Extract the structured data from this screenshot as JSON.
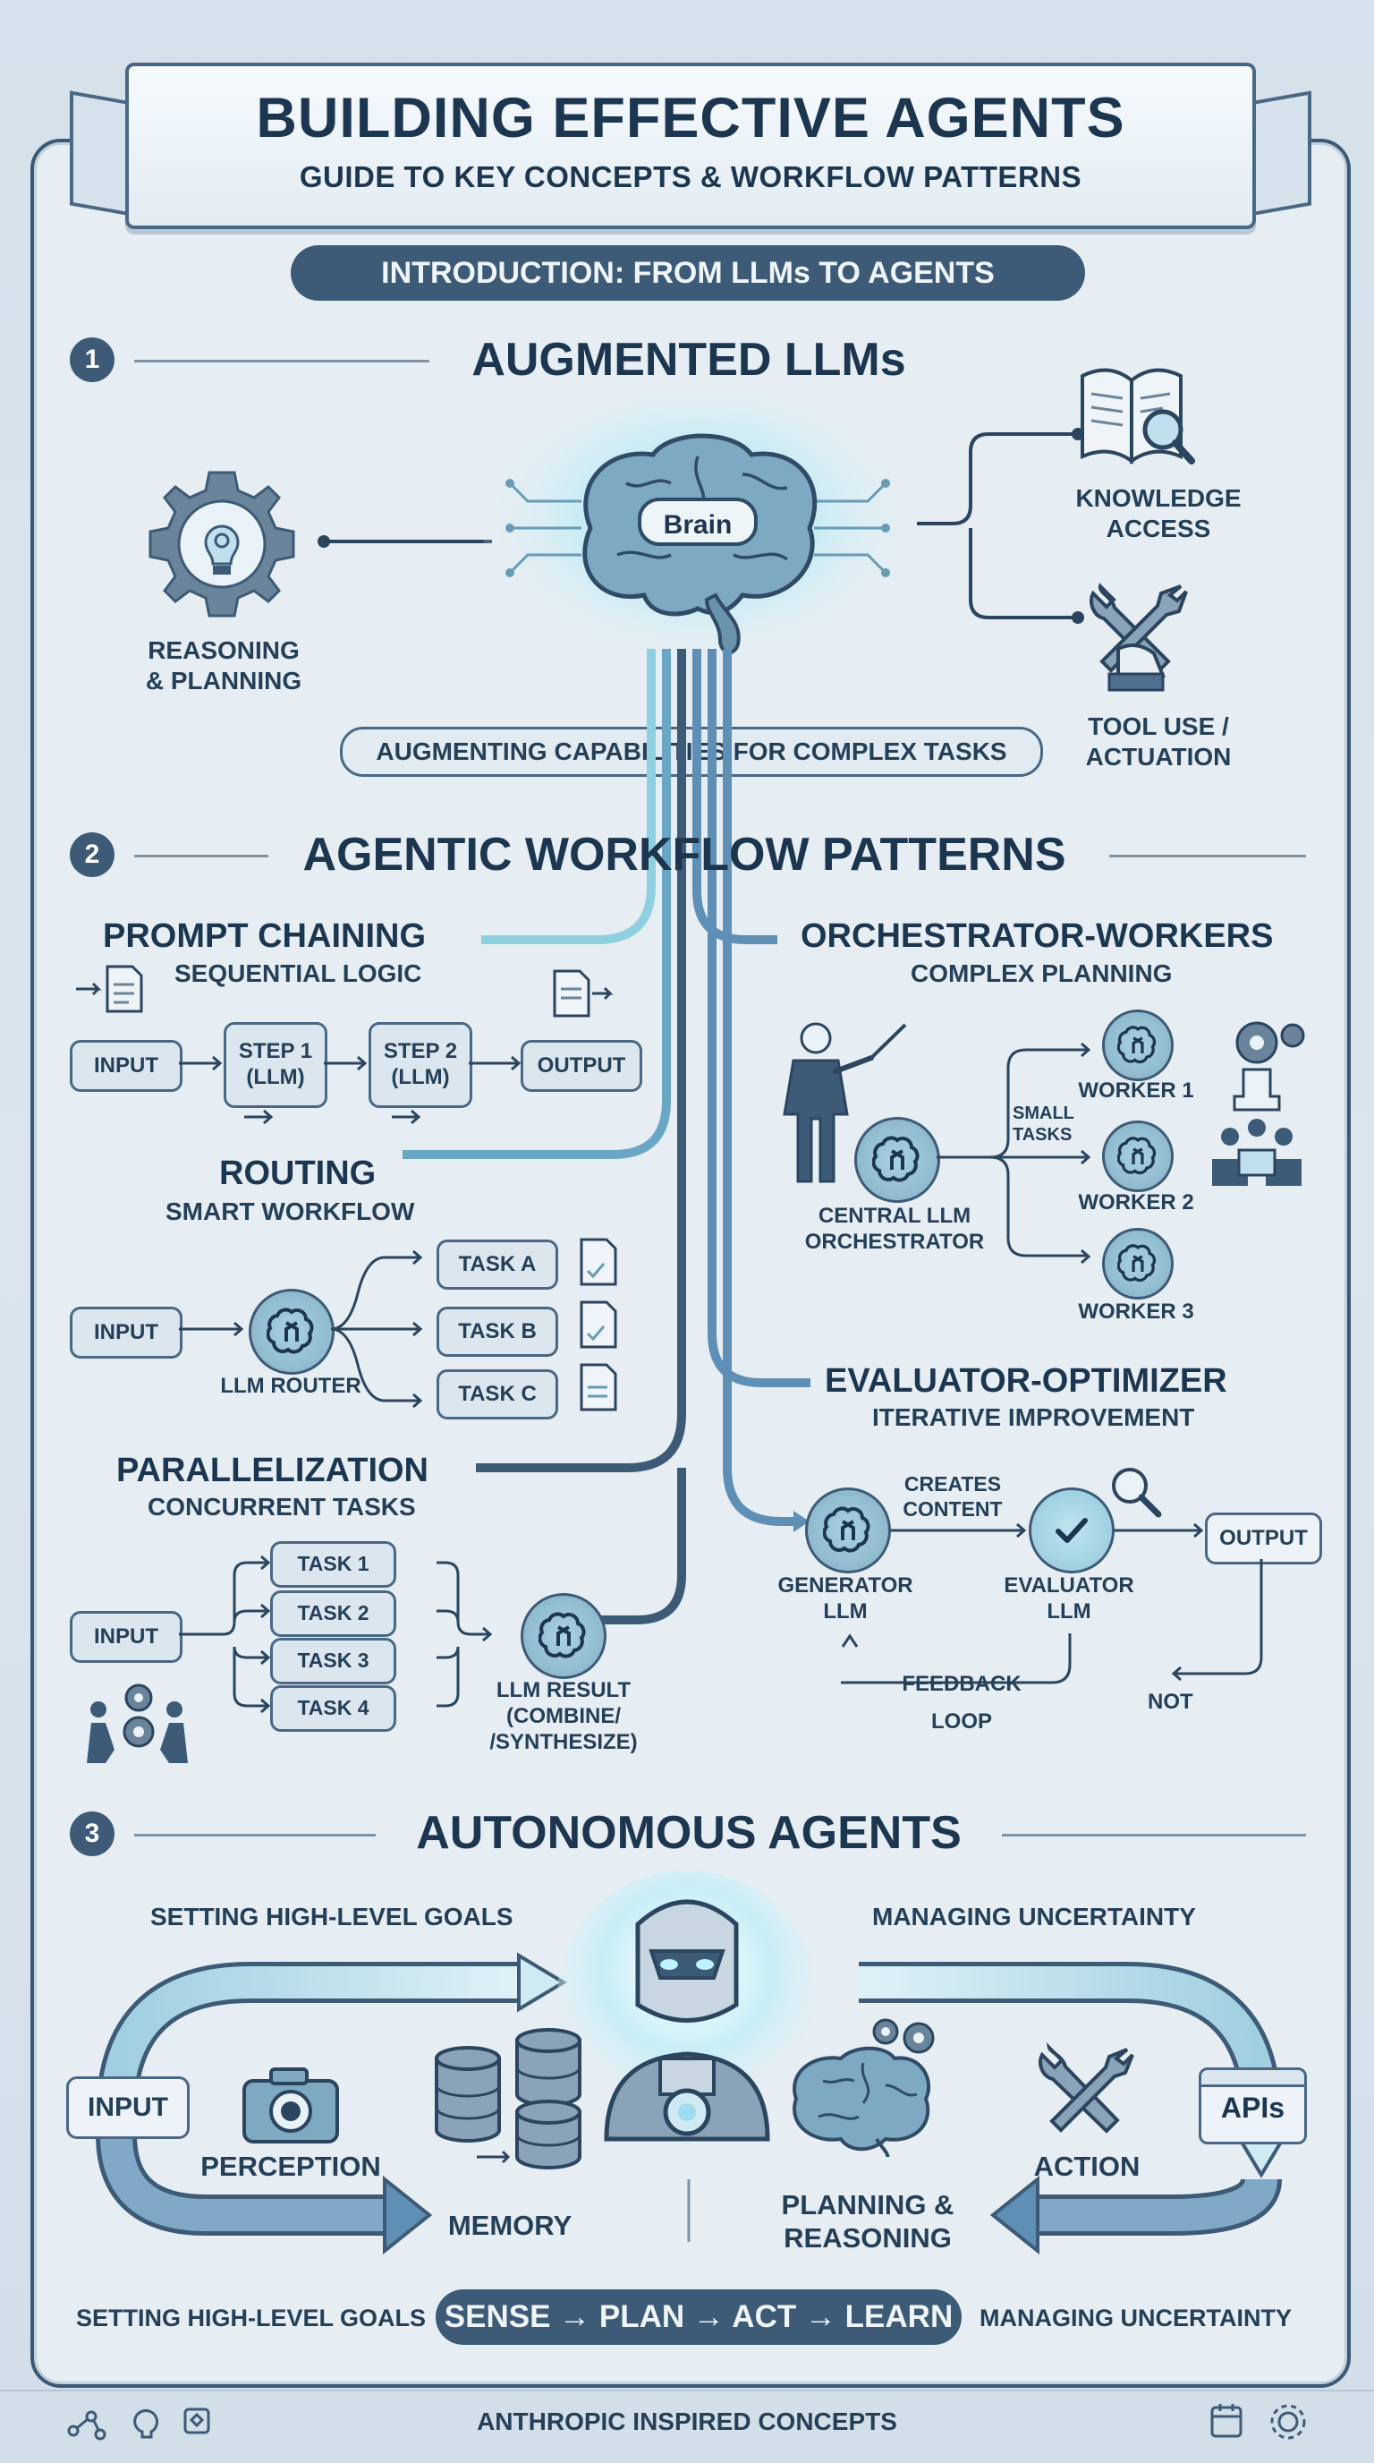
{
  "header": {
    "title": "BUILDING EFFECTIVE AGENTS",
    "subtitle": "GUIDE TO KEY CONCEPTS & WORKFLOW PATTERNS",
    "intro_pill": "INTRODUCTION: FROM LLMs TO AGENTS"
  },
  "section1": {
    "number": "1",
    "title": "AUGMENTED LLMs",
    "brain_label": "Brain",
    "reasoning": "REASONING\n& PLANNING",
    "knowledge": "KNOWLEDGE\nACCESS",
    "tools": "TOOL USE /\nACTUATION",
    "caption": "AUGMENTING CAPABILITIES FOR COMPLEX TASKS"
  },
  "section2": {
    "number": "2",
    "title": "AGENTIC WORKFLOW PATTERNS",
    "prompt_chaining": {
      "title": "PROMPT CHAINING",
      "subtitle": "SEQUENTIAL LOGIC",
      "input": "INPUT",
      "step1": "STEP 1\n(LLM)",
      "step2": "STEP 2\n(LLM)",
      "output": "OUTPUT"
    },
    "routing": {
      "title": "ROUTING",
      "subtitle": "SMART WORKFLOW",
      "input": "INPUT",
      "router": "LLM ROUTER",
      "task_a": "TASK A",
      "task_b": "TASK B",
      "task_c": "TASK C"
    },
    "parallelization": {
      "title": "PARALLELIZATION",
      "subtitle": "CONCURRENT TASKS",
      "input": "INPUT",
      "tasks": [
        "TASK 1",
        "TASK 2",
        "TASK 3",
        "TASK 4"
      ],
      "result": "LLM RESULT\n(COMBINE/\n/SYNTHESIZE)"
    },
    "orchestrator": {
      "title": "ORCHESTRATOR-WORKERS",
      "subtitle": "COMPLEX PLANNING",
      "central": "CENTRAL LLM\nORCHESTRATOR",
      "small_tasks": "SMALL\nTASKS",
      "worker1": "WORKER 1",
      "worker2": "WORKER 2",
      "worker3": "WORKER 3"
    },
    "evaluator": {
      "title": "EVALUATOR-OPTIMIZER",
      "subtitle": "ITERATIVE IMPROVEMENT",
      "creates": "CREATES\nCONTENT",
      "generator": "GENERATOR\nLLM",
      "evaluator": "EVALUATOR\nLLM",
      "output": "OUTPUT",
      "feedback": "FEEDBACK",
      "loop": "LOOP",
      "not": "NOT"
    }
  },
  "section3": {
    "number": "3",
    "title": "AUTONOMOUS AGENTS",
    "goals_top": "SETTING HIGH-LEVEL GOALS",
    "uncertainty_top": "MANAGING UNCERTAINTY",
    "input": "INPUT",
    "perception": "PERCEPTION",
    "memory": "MEMORY",
    "planning": "PLANNING &\nREASONING",
    "action": "ACTION",
    "apis": "APIs",
    "goals_bottom": "SETTING HIGH-LEVEL GOALS",
    "cycle": "SENSE → PLAN → ACT → LEARN",
    "uncertainty_bottom": "MANAGING UNCERTAINTY"
  },
  "footer": {
    "text": "ANTHROPIC INSPIRED CONCEPTS"
  },
  "colors": {
    "navy": "#3d5a76",
    "text": "#1d3650",
    "accent_teal": "#8fd0e0",
    "accent_blue": "#5f8fb5"
  }
}
